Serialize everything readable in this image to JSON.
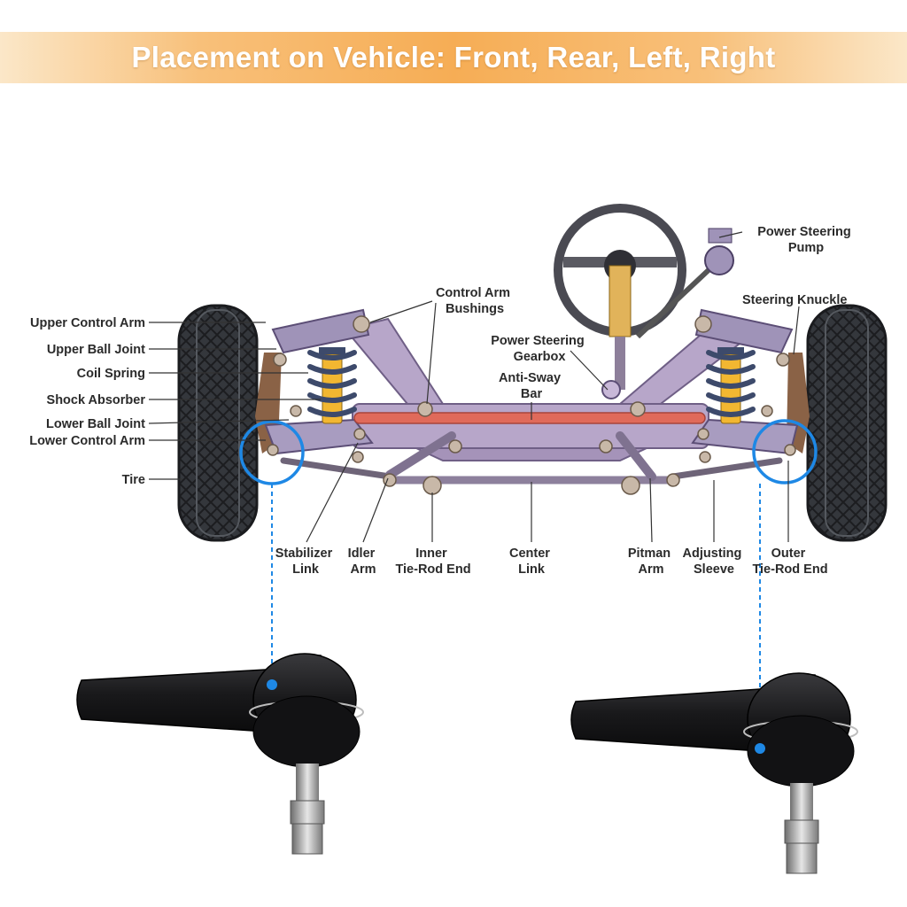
{
  "banner": {
    "title": "Placement on Vehicle: Front, Rear, Left, Right"
  },
  "labels": {
    "upper_control_arm": "Upper Control Arm",
    "upper_ball_joint": "Upper Ball Joint",
    "coil_spring": "Coil Spring",
    "shock_absorber": "Shock Absorber",
    "lower_ball_joint": "Lower Ball Joint",
    "lower_control_arm": "Lower Control Arm",
    "tire": "Tire",
    "control_arm_bushings": [
      "Control Arm",
      "Bushings"
    ],
    "power_steering_pump": [
      "Power Steering",
      "Pump"
    ],
    "steering_knuckle": "Steering Knuckle",
    "power_steering_gearbox": [
      "Power Steering",
      "Gearbox"
    ],
    "anti_sway_bar": [
      "Anti-Sway",
      "Bar"
    ],
    "stabilizer_link": [
      "Stabilizer",
      "Link"
    ],
    "idler_arm": [
      "Idler",
      "Arm"
    ],
    "inner_tie_rod_end": [
      "Inner",
      "Tie-Rod End"
    ],
    "center_link": [
      "Center",
      "Link"
    ],
    "pitman_arm": [
      "Pitman",
      "Arm"
    ],
    "adjusting_sleeve": [
      "Adjusting",
      "Sleeve"
    ],
    "outer_tie_rod_end": [
      "Outer",
      "Tie-Rod End"
    ]
  },
  "colors": {
    "highlight": "#1e88e5",
    "frame": "#b7a6c9",
    "sway_bar": "#e06a5a",
    "spring": "#3d4a6b",
    "shock": "#f2b731",
    "tire": "#2f3236",
    "part": "#1b1b1d"
  }
}
